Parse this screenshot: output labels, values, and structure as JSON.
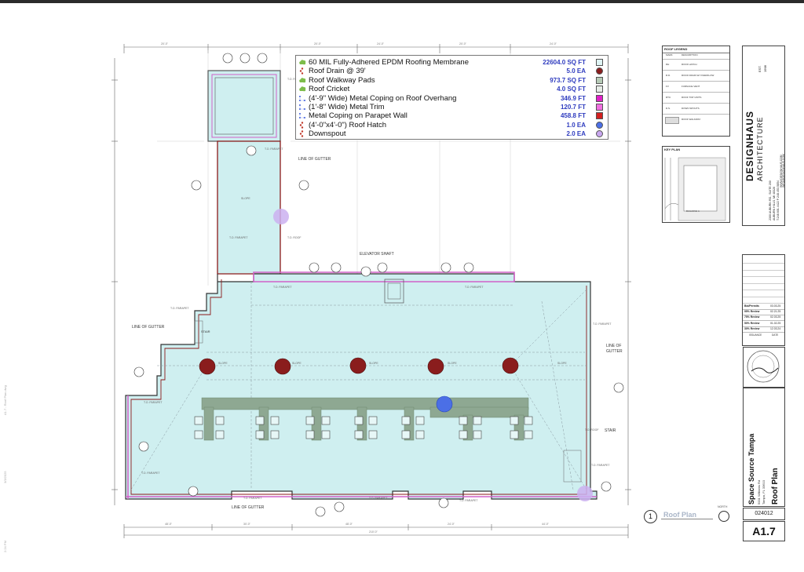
{
  "legend": {
    "items": [
      {
        "desc": "60 MIL Fully-Adhered EPDM Roofing Membrane",
        "qty": "22604.0 SQ FT",
        "icon": "cloud-icon",
        "icon_color": "#7dbd4a",
        "swatch": "#dff4f4",
        "swatch_shape": "square"
      },
      {
        "desc": "Roof Drain @ 39'",
        "qty": "5.0 EA",
        "icon": "dot-chain-icon",
        "icon_color": "#c0392b",
        "swatch": "#8a1d1d",
        "swatch_shape": "circle"
      },
      {
        "desc": "Roof Walkway Pads",
        "qty": "973.7 SQ FT",
        "icon": "cloud-icon",
        "icon_color": "#7dbd4a",
        "swatch": "#b7cbb7",
        "swatch_shape": "square"
      },
      {
        "desc": "Roof Cricket",
        "qty": "4.0 SQ FT",
        "icon": "cloud-icon",
        "icon_color": "#7dbd4a",
        "swatch": "#e6ece6",
        "swatch_shape": "square"
      },
      {
        "desc": "(4'-9\" Wide) Metal Coping on Roof Overhang",
        "qty": "346.9 FT",
        "icon": "dotted-line-icon",
        "icon_color": "#3b5bdb",
        "swatch": "#e020c8",
        "swatch_shape": "square"
      },
      {
        "desc": "(1'-8\" Wide) Metal Trim",
        "qty": "120.7 FT",
        "icon": "dotted-line-icon",
        "icon_color": "#3b5bdb",
        "swatch": "#f070e0",
        "swatch_shape": "square"
      },
      {
        "desc": "Metal Coping on Parapet Wall",
        "qty": "458.8 FT",
        "icon": "dotted-line-icon",
        "icon_color": "#3b5bdb",
        "swatch": "#d22020",
        "swatch_shape": "square"
      },
      {
        "desc": "(4'-0\"x4'-0\") Roof Hatch",
        "qty": "1.0 EA",
        "icon": "dot-chain-icon",
        "icon_color": "#c0392b",
        "swatch": "#4b6fe6",
        "swatch_shape": "circle"
      },
      {
        "desc": "Downspout",
        "qty": "2.0 EA",
        "icon": "dot-chain-icon",
        "icon_color": "#c0392b",
        "swatch": "#c9a7f0",
        "swatch_shape": "circle"
      }
    ]
  },
  "plan_labels": {
    "line_of_gutter_top": "LINE OF GUTTER",
    "line_of_gutter_left": "LINE OF GUTTER",
    "line_of_gutter_right": "LINE OF\nGUTTER",
    "line_of_gutter_bottom": "LINE OF GUTTER",
    "elevator_shaft": "ELEVATOR SHAFT",
    "stair_left": "STAIR",
    "stair_right": "STAIR"
  },
  "drawing_title": {
    "number": "1",
    "name": "Roof Plan",
    "north_label": "NORTH"
  },
  "title_block": {
    "roof_legend_title": "ROOF LEGEND",
    "roof_legend_headers": [
      "MARK",
      "DESCRIPTION"
    ],
    "roof_legend_rows": [
      {
        "mark": "RH",
        "desc": "ROOF HATCH"
      },
      {
        "mark": "R.D.",
        "desc": "ROOF DRAIN W/ OVERFLOW"
      },
      {
        "mark": "FV",
        "desc": "FURNACE VENT"
      },
      {
        "mark": "RTU",
        "desc": "ROOF TOP UNITS"
      },
      {
        "mark": "D.S.",
        "desc": "DOWN SPOUTS"
      },
      {
        "mark": "",
        "desc": "ROOF WALKWAY"
      }
    ],
    "key_plan_title": "KEY PLAN",
    "key_plan_building": "BUILDING A",
    "firm_name": "DESIGNHAUS",
    "firm_sub": "ARCHITECTURE",
    "firm_est": "EST.",
    "firm_year": "1998",
    "firm_address_1": "2300 AUBURN RD., SUITE 200",
    "firm_address_2": "AUBURN HILLS, MI 48326",
    "firm_phone": "T:248.601.4422 F:248.453.5854",
    "firm_web": "WWW.DESIGNHAUS.COM",
    "firm_email": "INFO@DESIGNHAUS.COM",
    "issuance": [
      {
        "label": "Bid/Permits",
        "date": "03.03.25"
      },
      {
        "label": "95% Review",
        "date": "02.21.25"
      },
      {
        "label": "75% Review",
        "date": "02.03.25"
      },
      {
        "label": "50% Review",
        "date": "01.02.25"
      },
      {
        "label": "30% Review",
        "date": "12.03.24"
      }
    ],
    "issuance_header": [
      "ISSUANCE",
      "DATE"
    ],
    "project_name": "Space Source Tampa",
    "project_addr_1": "5001 Williams Rd",
    "project_addr_2": "Tampa, FL 33610",
    "sheet_title": "Roof Plan",
    "project_number": "024012",
    "sheet_number": "A1.7"
  },
  "left_margin": {
    "file_ref": "A1.7 - Roof Plan.dwg",
    "date": "3/3/2025",
    "time": "2:24 PM"
  }
}
